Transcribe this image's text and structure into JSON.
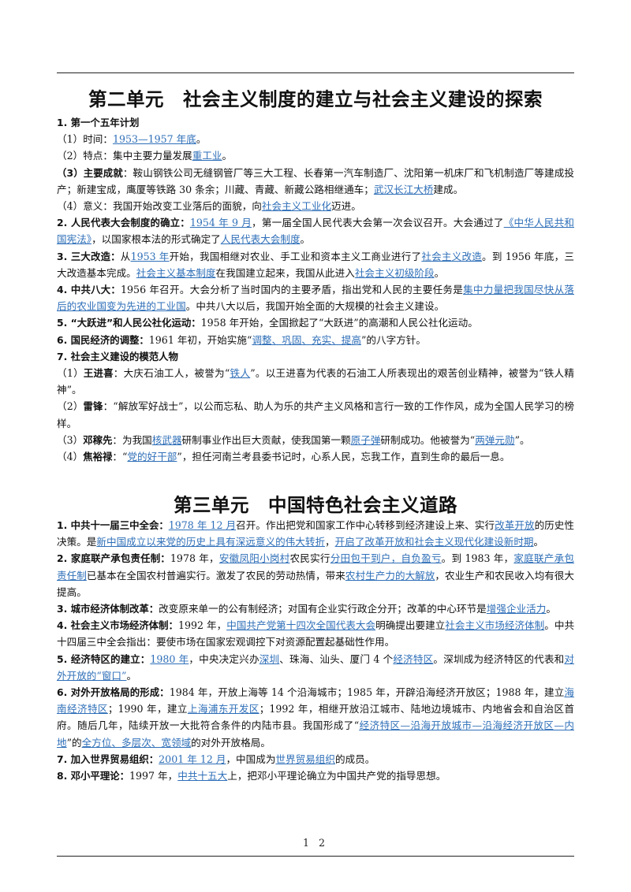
{
  "unit2": {
    "title": "第二单元　社会主义制度的建立与社会主义建设的探索",
    "paragraphs": [
      [
        {
          "t": "1.  第一个五年计划",
          "b": 1
        }
      ],
      [
        {
          "t": "（1）时间："
        },
        {
          "t": "1953—1957 年底",
          "h": 1
        },
        {
          "t": "。"
        }
      ],
      [
        {
          "t": "（2）特点：集中主要力量发展"
        },
        {
          "t": "重工业",
          "h": 1
        },
        {
          "t": "。"
        }
      ],
      [
        {
          "t": "（3）主要成就",
          "b": 1
        },
        {
          "t": "：鞍山钢铁公司无缝钢管厂等三大工程、长春第一汽车制造厂、沈阳第一机床厂和飞机制造厂等建成投产；新建宝成，鹰厦等铁路 30 条余；川藏、青藏、新藏公路相继通车；"
        },
        {
          "t": "武汉长江大桥",
          "h": 1
        },
        {
          "t": "建成。"
        }
      ],
      [
        {
          "t": "（4）意义：我国开始改变工业落后的面貌，向"
        },
        {
          "t": "社会主义工业化",
          "h": 1
        },
        {
          "t": "迈进。"
        }
      ],
      [
        {
          "t": "2.  人民代表大会制度的确立：",
          "b": 1
        },
        {
          "t": "1954 年 9 月",
          "h": 1
        },
        {
          "t": "，第一届全国人民代表大会第一次会议召开。大会通过了"
        },
        {
          "t": "《中华人民共和国宪法》",
          "h": 1
        },
        {
          "t": "，以国家根本法的形式确定了"
        },
        {
          "t": "人民代表大会制度",
          "h": 1
        },
        {
          "t": "。"
        }
      ],
      [
        {
          "t": "3.  三大改造：",
          "b": 1
        },
        {
          "t": "从"
        },
        {
          "t": "1953 年",
          "h": 1
        },
        {
          "t": "开始，我国相继对农业、手工业和资本主义工商业进行了"
        },
        {
          "t": "社会主义改造",
          "h": 1
        },
        {
          "t": "。到 1956 年底，三大改造基本完成。"
        },
        {
          "t": "社会主义基本制度",
          "h": 1
        },
        {
          "t": "在我国建立起来，我国从此进入"
        },
        {
          "t": "社会主义初级阶段",
          "h": 1
        },
        {
          "t": "。"
        }
      ],
      [
        {
          "t": "4.  中共八大：",
          "b": 1
        },
        {
          "t": "1956 年召开。大会分析了当时国内的主要矛盾，指出党和人民的主要任务是"
        },
        {
          "t": "集中力量把我国尽快从落后的农业国变为先进的工业国",
          "h": 1
        },
        {
          "t": "。中共八大以后，我国开始全面的大规模的社会主义建设。"
        }
      ],
      [
        {
          "t": "5.  “大跃进”和人民公社化运动：",
          "b": 1
        },
        {
          "t": "1958 年开始，全国掀起了“大跃进”的高潮和人民公社化运动。"
        }
      ],
      [
        {
          "t": "6.  国民经济的调整：",
          "b": 1
        },
        {
          "t": "1961 年初，开始实施“"
        },
        {
          "t": "调整、巩固、充实、提高",
          "h": 1
        },
        {
          "t": "”的八字方针。"
        }
      ],
      [
        {
          "t": "7.  社会主义建设的模范人物",
          "b": 1
        }
      ],
      [
        {
          "t": "（1）"
        },
        {
          "t": "王进喜",
          "b": 1
        },
        {
          "t": "：大庆石油工人，被誉为“"
        },
        {
          "t": "铁人",
          "h": 1
        },
        {
          "t": "”。以王进喜为代表的石油工人所表现出的艰苦创业精神，被誉为“铁人精神”。"
        }
      ],
      [
        {
          "t": "（2）"
        },
        {
          "t": "雷锋",
          "b": 1
        },
        {
          "t": "：“解放军好战士”，以公而忘私、助人为乐的共产主义风格和言行一致的工作作风，成为全国人民学习的榜样。"
        }
      ],
      [
        {
          "t": "（3）"
        },
        {
          "t": "邓稼先",
          "b": 1
        },
        {
          "t": "：为我国"
        },
        {
          "t": "核武器",
          "h": 1
        },
        {
          "t": "研制事业作出巨大贡献，使我国第一颗"
        },
        {
          "t": "原子弹",
          "h": 1
        },
        {
          "t": "研制成功。他被誉为“"
        },
        {
          "t": "两弹元勋",
          "h": 1
        },
        {
          "t": "”。"
        }
      ],
      [
        {
          "t": "（4）"
        },
        {
          "t": "焦裕禄",
          "b": 1
        },
        {
          "t": "：“"
        },
        {
          "t": "党的好干部",
          "h": 1
        },
        {
          "t": "”，担任河南兰考县委书记时，心系人民，忘我工作，直到生命的最后一息。"
        }
      ]
    ]
  },
  "unit3": {
    "title": "第三单元　中国特色社会主义道路",
    "paragraphs": [
      [
        {
          "t": "1.  中共十一届三中全会：",
          "b": 1
        },
        {
          "t": "1978 年 12 月",
          "h": 1
        },
        {
          "t": "召开。作出把党和国家工作中心转移到经济建设上来、实行"
        },
        {
          "t": "改革开放",
          "h": 1
        },
        {
          "t": "的历史性决策。是"
        },
        {
          "t": "新中国成立以来党的历史上具有深远意义的伟大转折",
          "h": 1
        },
        {
          "t": "，"
        },
        {
          "t": "开启了改革开放和社会主义现代化建设新时期",
          "h": 1
        },
        {
          "t": "。"
        }
      ],
      [
        {
          "t": "2.  家庭联产承包责任制：",
          "b": 1
        },
        {
          "t": "1978 年，"
        },
        {
          "t": "安徽凤阳小岗村",
          "h": 1
        },
        {
          "t": "农民实行"
        },
        {
          "t": "分田包干到户，自负盈亏",
          "h": 1
        },
        {
          "t": "。到 1983 年，"
        },
        {
          "t": "家庭联产承包责任制",
          "h": 1
        },
        {
          "t": "已基本在全国农村普遍实行。激发了农民的劳动热情，带来"
        },
        {
          "t": "农村生产力的大解放",
          "h": 1
        },
        {
          "t": "，农业生产和农民收入均有很大提高。"
        }
      ],
      [
        {
          "t": "3.  城市经济体制改革：",
          "b": 1
        },
        {
          "t": "改变原来单一的公有制经济；对国有企业实行政企分开；改革的中心环节是"
        },
        {
          "t": "增强企业活力",
          "h": 1
        },
        {
          "t": "。"
        }
      ],
      [
        {
          "t": "4.  社会主义市场经济体制：",
          "b": 1
        },
        {
          "t": "1992 年，"
        },
        {
          "t": "中国共产党第十四次全国代表大会",
          "h": 1
        },
        {
          "t": "明确提出要建立"
        },
        {
          "t": "社会主义市场经济体制",
          "h": 1
        },
        {
          "t": "。中共十四届三中全会指出：要使市场在国家宏观调控下对资源配置起基础性作用。"
        }
      ],
      [
        {
          "t": "5.  经济特区的建立：",
          "b": 1
        },
        {
          "t": "1980 年",
          "h": 1
        },
        {
          "t": "，中央决定兴办"
        },
        {
          "t": "深圳",
          "h": 1
        },
        {
          "t": "、珠海、汕头、厦门 4 个"
        },
        {
          "t": "经济特区",
          "h": 1
        },
        {
          "t": "。深圳成为经济特区的代表和"
        },
        {
          "t": "对外开放的“窗口”",
          "h": 1
        },
        {
          "t": "。"
        }
      ],
      [
        {
          "t": "6.  对外开放格局的形成：",
          "b": 1
        },
        {
          "t": "1984 年，开放上海等 14 个沿海城市；1985 年，开辟沿海经济开放区；1988 年，建立"
        },
        {
          "t": "海南经济特区",
          "h": 1
        },
        {
          "t": "；1990 年，建立"
        },
        {
          "t": "上海浦东开发区",
          "h": 1
        },
        {
          "t": "；1992 年，相继开放沿江城市、陆地边境城市、内地省会和自治区首府。随后几年，陆续开放一大批符合条件的内陆市县。我国形成了“"
        },
        {
          "t": "经济特区—沿海开放城市—沿海经济开放区—内地",
          "h": 1
        },
        {
          "t": "”的"
        },
        {
          "t": "全方位、多层次、宽领域",
          "h": 1
        },
        {
          "t": "的对外开放格局。"
        }
      ],
      [
        {
          "t": "7.  加入世界贸易组织：",
          "b": 1
        },
        {
          "t": "2001 年 12 月",
          "h": 1
        },
        {
          "t": "，中国成为"
        },
        {
          "t": "世界贸易组织",
          "h": 1
        },
        {
          "t": "的成员。"
        }
      ],
      [
        {
          "t": "8.  邓小平理论：",
          "b": 1
        },
        {
          "t": "1997 年，"
        },
        {
          "t": "中共十五大",
          "h": 1
        },
        {
          "t": "上，把邓小平理论确立为中国共产党的指导思想。"
        }
      ]
    ]
  },
  "page_number": "1 2",
  "colors": {
    "highlight": "#2f6fb8",
    "text": "#111111"
  }
}
